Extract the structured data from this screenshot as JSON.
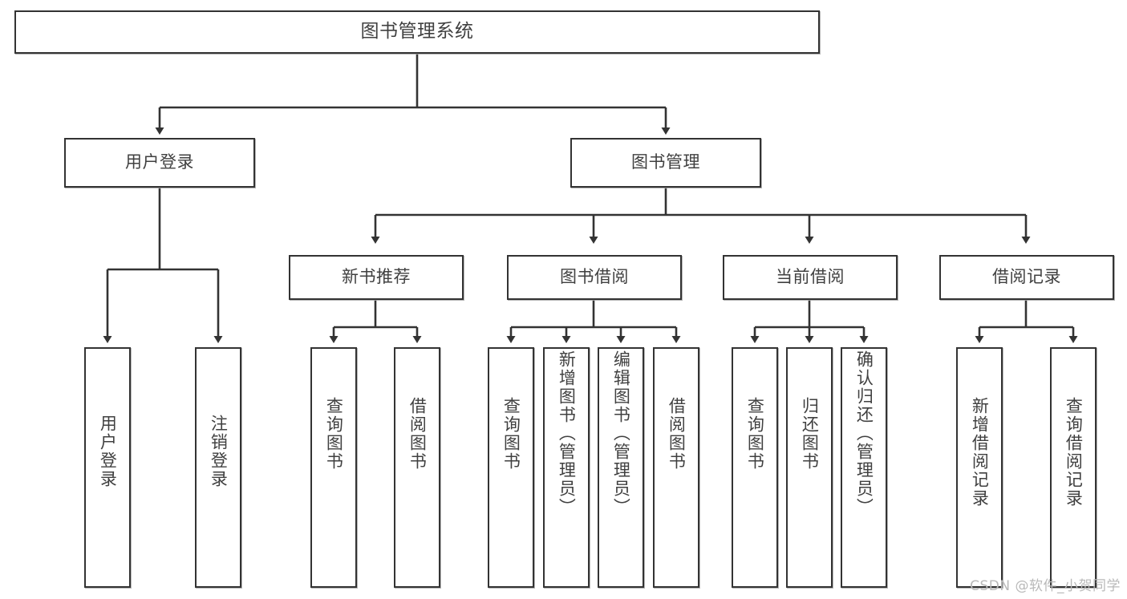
{
  "diagram": {
    "title": "图书管理系统",
    "type": "hierarchy-tree",
    "watermark": "CSDN @软件_小贺同学",
    "colors": {
      "border": "#333333",
      "text": "#404040",
      "background": "#ffffff",
      "edge": "#333333",
      "watermark": "#b9b9b9"
    },
    "root": {
      "label": "图书管理系统"
    },
    "level2": [
      {
        "id": "user-login",
        "label": "用户登录"
      },
      {
        "id": "book-manage",
        "label": "图书管理"
      }
    ],
    "level3": [
      {
        "id": "new-book-recommend",
        "label": "新书推荐",
        "parent": "book-manage"
      },
      {
        "id": "book-borrow",
        "label": "图书借阅",
        "parent": "book-manage"
      },
      {
        "id": "current-borrow",
        "label": "当前借阅",
        "parent": "book-manage"
      },
      {
        "id": "borrow-record",
        "label": "借阅记录",
        "parent": "book-manage"
      }
    ],
    "leaves": [
      {
        "id": "leaf-user-login",
        "label": "用户登录",
        "parent": "user-login"
      },
      {
        "id": "leaf-logout",
        "label": "注销登录",
        "parent": "user-login"
      },
      {
        "id": "leaf-query-book-1",
        "label": "查询图书",
        "parent": "new-book-recommend"
      },
      {
        "id": "leaf-borrow-book-1",
        "label": "借阅图书",
        "parent": "new-book-recommend"
      },
      {
        "id": "leaf-query-book-2",
        "label": "查询图书",
        "parent": "book-borrow"
      },
      {
        "id": "leaf-add-book",
        "label": "新增图书（管理员）",
        "parent": "book-borrow"
      },
      {
        "id": "leaf-edit-book",
        "label": "编辑图书（管理员）",
        "parent": "book-borrow"
      },
      {
        "id": "leaf-borrow-book-2",
        "label": "借阅图书",
        "parent": "book-borrow"
      },
      {
        "id": "leaf-query-book-3",
        "label": "查询图书",
        "parent": "current-borrow"
      },
      {
        "id": "leaf-return-book",
        "label": "归还图书",
        "parent": "current-borrow"
      },
      {
        "id": "leaf-confirm-return",
        "label": "确认归还（管理员）",
        "parent": "current-borrow"
      },
      {
        "id": "leaf-add-record",
        "label": "新增借阅记录",
        "parent": "borrow-record"
      },
      {
        "id": "leaf-query-record",
        "label": "查询借阅记录",
        "parent": "borrow-record"
      }
    ]
  }
}
